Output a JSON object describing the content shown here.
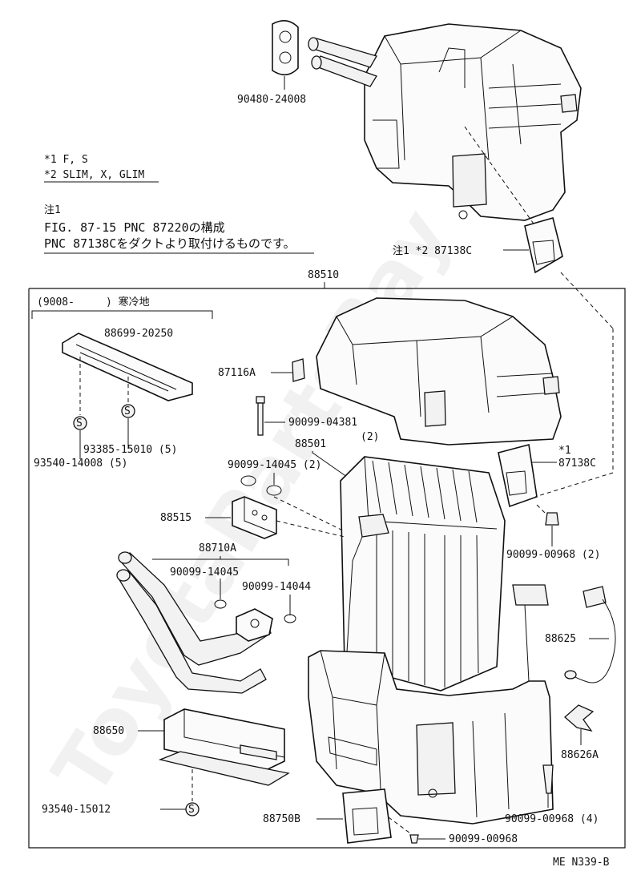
{
  "watermark": "ToyotaPartsBay",
  "notes": {
    "star1": "*1 F, S",
    "star2": "*2 SLIM, X, GLIM",
    "chu_title": "注1",
    "chu_line1": "FIG. 87-15 PNC 87220の構成",
    "chu_line2": "PNC 87138Cをダクトより取付けるものです。"
  },
  "group": {
    "assembly_label": "88510",
    "sub_label": "(9008-　　　) 寒冷地"
  },
  "parts": {
    "p90480": "90480-24008",
    "p87138c_top": "注1 *2 87138C",
    "p88699": "88699-20250",
    "p87116a": "87116A",
    "p90099_04381": "90099-04381",
    "p90099_04381_qty": "(2)",
    "p93385": "93385-15010 (5)",
    "p93540_14008": "93540-14008 (5)",
    "p88501": "88501",
    "p90099_14045_2": "90099-14045 (2)",
    "p87138c_mid": "*1\n87138C",
    "p88515": "88515",
    "p88710a": "88710A",
    "p90099_14045": "90099-14045",
    "p90099_14044": "90099-14044",
    "p90099_00968_2": "90099-00968 (2)",
    "p88625": "88625",
    "p88650": "88650",
    "p88626a": "88626A",
    "p93540_15012": "93540-15012",
    "p88750b": "88750B",
    "p90099_00968_4": "90099-00968 (4)",
    "p90099_00968": "90099-00968"
  },
  "footer_code": "ME N339-B"
}
